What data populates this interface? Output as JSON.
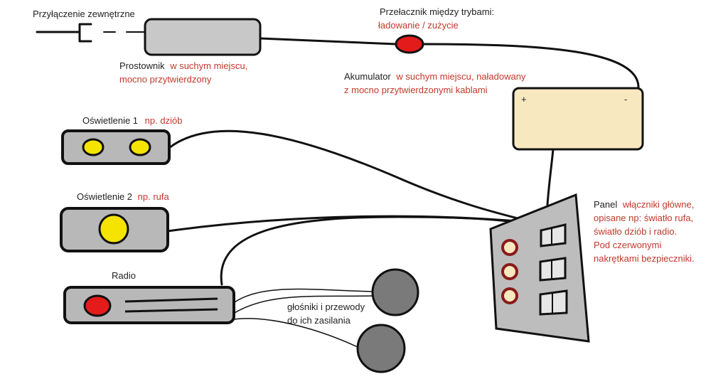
{
  "external_connection": {
    "label": "Przyłączenie zewnętrzne"
  },
  "rectifier": {
    "title": "Prostownik",
    "note_1": "w suchym miejscu,",
    "note_2": "mocno przytwierdzony"
  },
  "mode_switch": {
    "title": "Przełacznik między trybami:",
    "note": "ładowanie / zużycie"
  },
  "battery": {
    "title": "Akumulator",
    "note_1": "w suchym miejscu, naładowany",
    "note_2": "z mocno przytwierdzonymi kablami",
    "plus": "+",
    "minus": "-"
  },
  "lighting_1": {
    "title": "Oświetlenie 1",
    "note": "np. dziób"
  },
  "lighting_2": {
    "title": "Oświetlenie 2",
    "note": "np. rufa"
  },
  "radio": {
    "title": "Radio"
  },
  "speakers": {
    "line_1": "głośniki i przewody",
    "line_2": "do ich zasilania"
  },
  "panel": {
    "title": "Panel",
    "line_1": "włączniki główne,",
    "line_2": "opisane np: światło rufa,",
    "line_3": "światło dziób i radio.",
    "line_4": "Pod czerwonymi",
    "line_5": "nakrętkami bezpieczniki."
  },
  "colors": {
    "wire": "#111111",
    "label_text": "#222222",
    "note_red": "#c0392b",
    "rectifier_fill": "#c8c8c8",
    "battery_fill": "#f7e8c0",
    "light_box_fill": "#b8b8b8",
    "yellow_lamp": "#f5e400",
    "red_lamp": "#e31b1b",
    "speaker": "#7a7a7a",
    "panel_fill": "#bdbdbd",
    "fuse_ring": "#8b1a1a",
    "fuse_fill": "#f7e8c0"
  }
}
